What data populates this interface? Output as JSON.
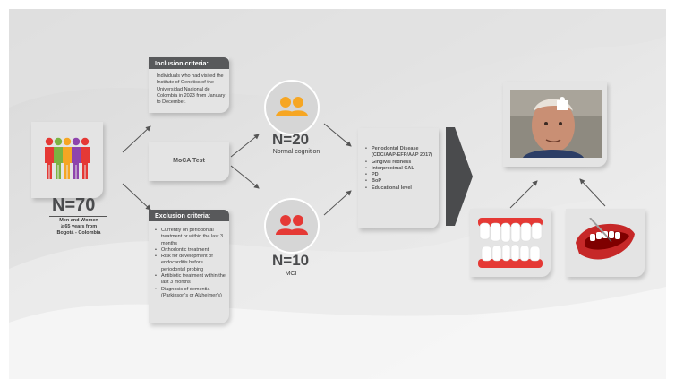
{
  "colors": {
    "accent_orange": "#f6a623",
    "accent_red": "#e53935",
    "header_gray": "#58595b",
    "box_gray": "#e4e4e4",
    "people": [
      "#e53935",
      "#7cb342",
      "#f6a623",
      "#8e44ad",
      "#e53935"
    ]
  },
  "population": {
    "count": "N=70",
    "line1": "Men and Women",
    "line2": "≥ 65 years from",
    "line3": "Bogotá - Colombia",
    "icon": "people-group-icon"
  },
  "inclusion": {
    "title": "Inclusion criteria:",
    "text": "Individuals who had visited the Institute of Genetics of the Universidad Nacional de Colombia in 2023 from January to December."
  },
  "moca": {
    "label": "MoCA Test"
  },
  "exclusion": {
    "title": "Exclusion criteria:",
    "items": [
      "Currently on periodontal treatment or within the last 3 months",
      "Orthodontic treatment",
      "Risk for development of endocarditis before periodontal probing",
      "Antibiotic treatment within the last 3 months",
      "Diagnosis of dementia (Parkinson's or Alzheimer's)"
    ]
  },
  "normal": {
    "count": "N=20",
    "label": "Normal cognition",
    "icon": "people-pair-icon"
  },
  "mci": {
    "count": "N=10",
    "label": "MCI",
    "icon": "people-pair-icon"
  },
  "measures": {
    "items": [
      "Periodontal Disease (CDC/AAP-EFP/AAP 2017)",
      "Gingival redness",
      "Interproximal CAL",
      "PD",
      "BoP",
      "Educational level"
    ]
  },
  "images": {
    "portrait": "elderly-man-puzzle-photo",
    "teeth": "teeth-gums-icon",
    "probe": "mouth-probe-icon"
  }
}
